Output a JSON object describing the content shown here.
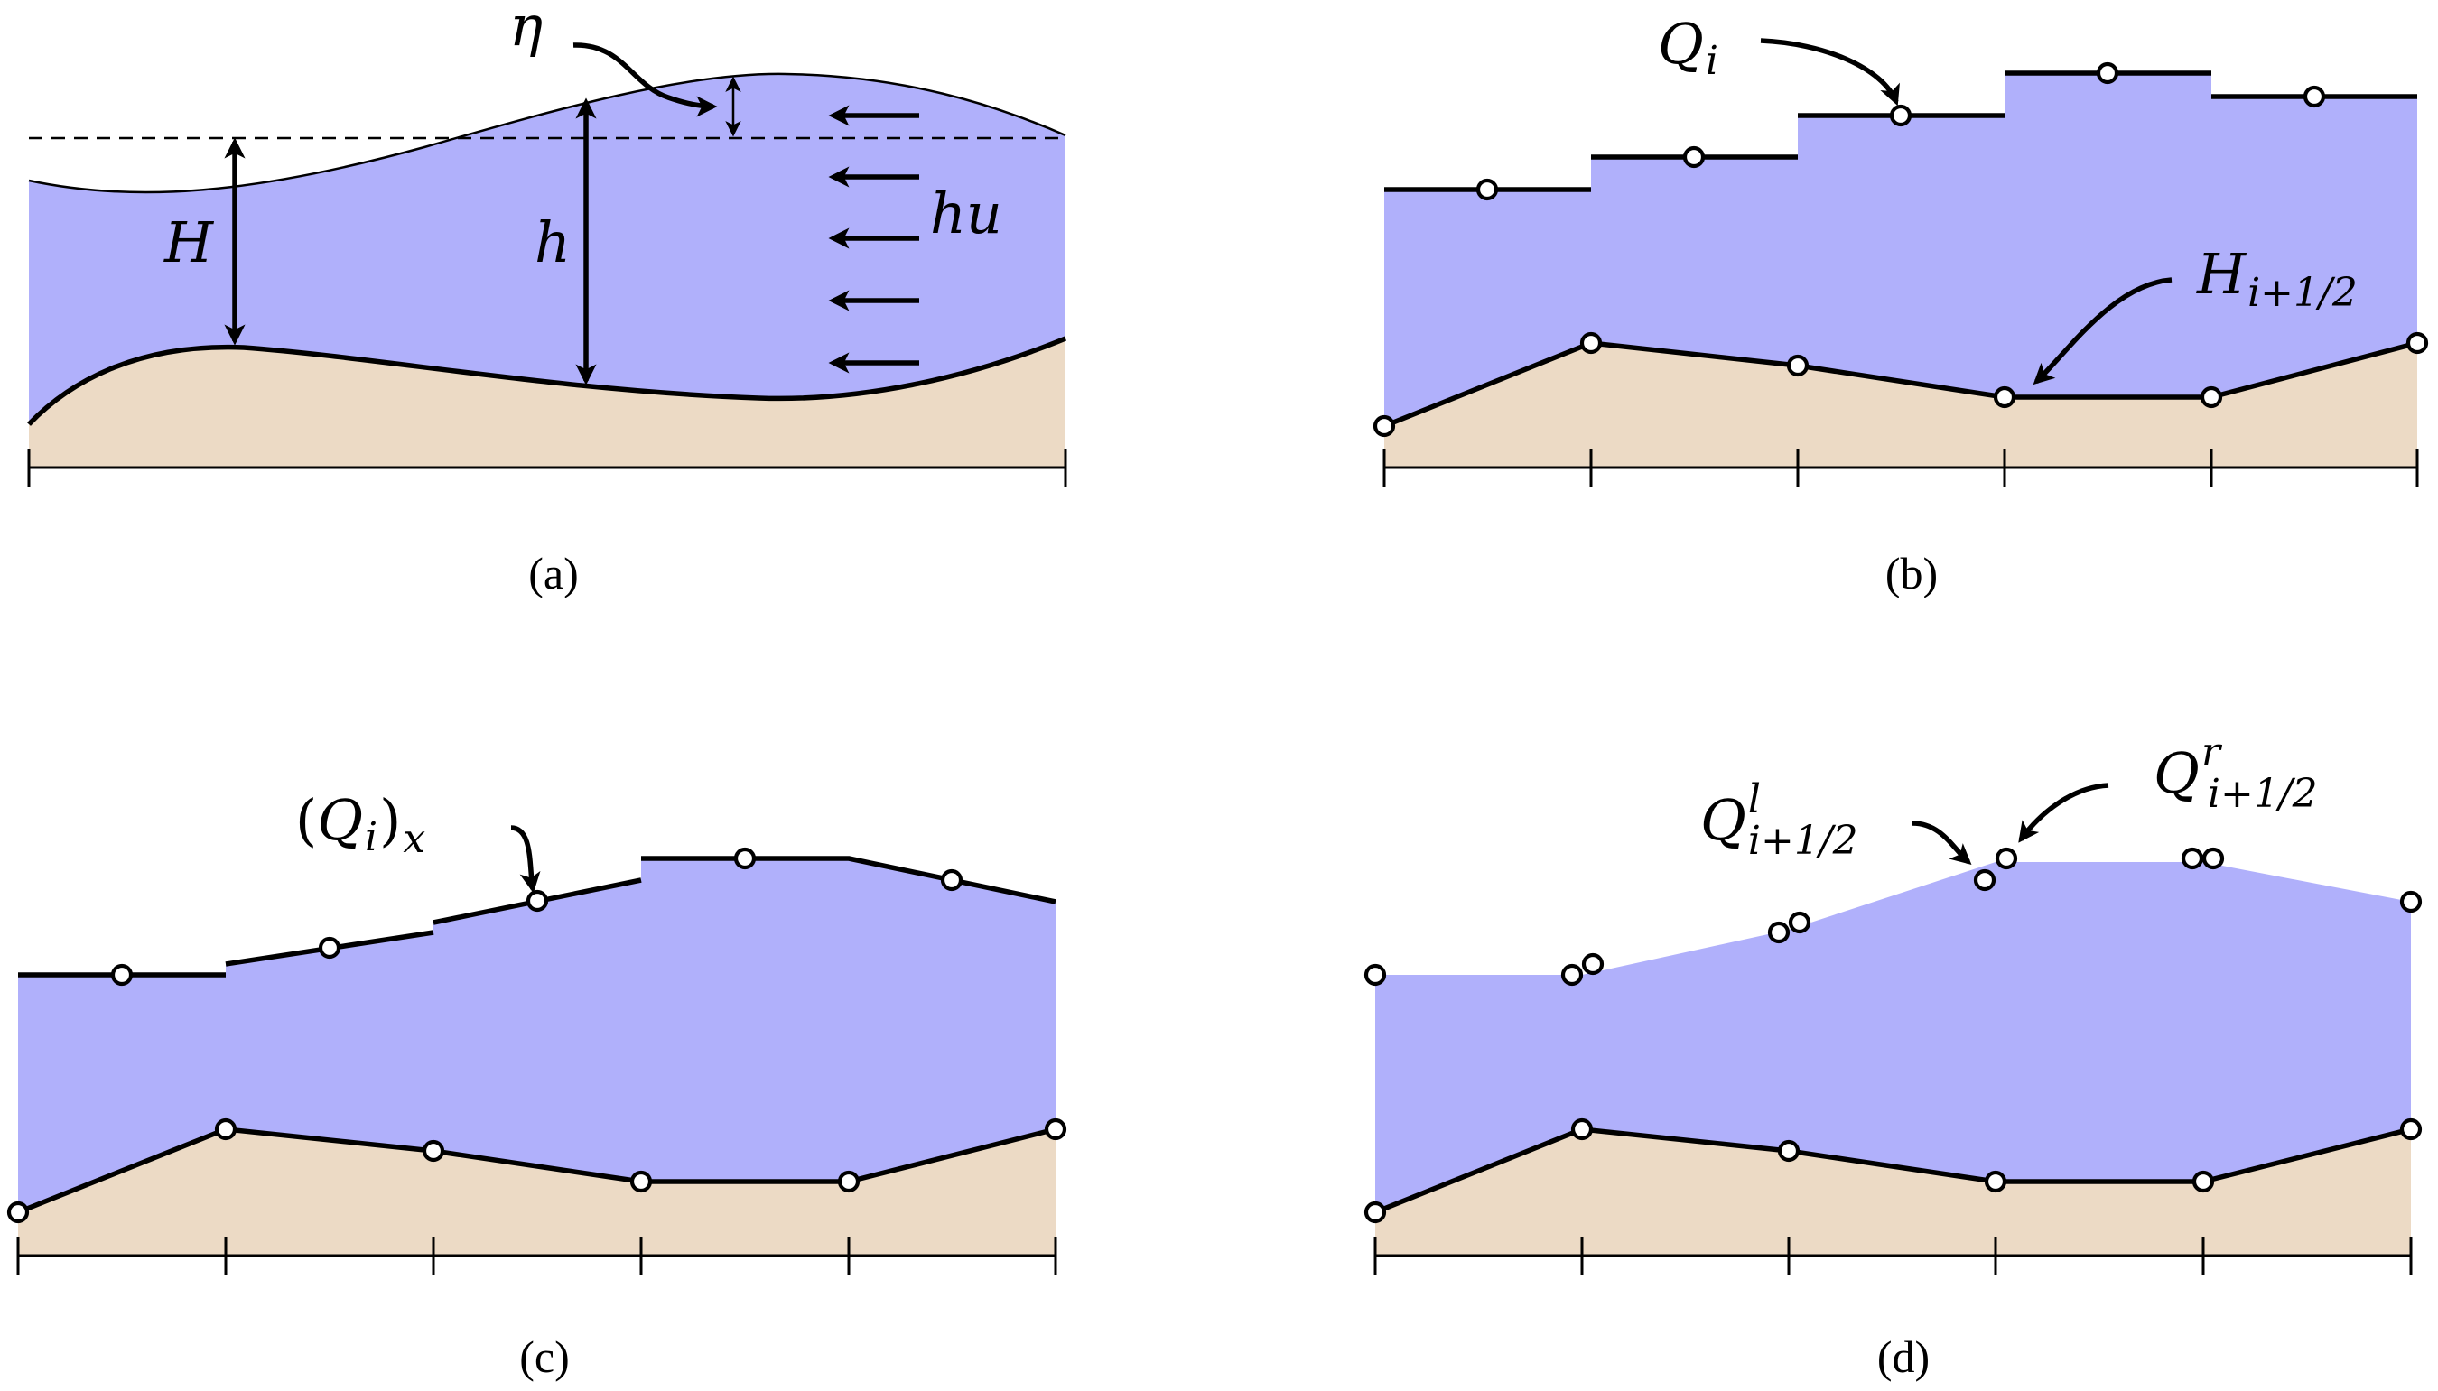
{
  "panels": {
    "a": {
      "caption": "(a)",
      "labels": {
        "eta": "η",
        "H": "H",
        "h": "h",
        "hu": "hu"
      }
    },
    "b": {
      "caption": "(b)",
      "labels": {
        "Q": "Q",
        "Q_sub": "i",
        "H": "H",
        "H_sub": "i+1/2"
      }
    },
    "c": {
      "caption": "(c)",
      "labels": {
        "open": "(",
        "Q": "Q",
        "Q_sub": "i",
        "close": ")",
        "x_sub": "x"
      }
    },
    "d": {
      "caption": "(d)",
      "labels": {
        "Ql": "Q",
        "Ql_sup": "l",
        "Ql_sub": "i+1/2",
        "Qr": "Q",
        "Qr_sup": "r",
        "Qr_sub": "i+1/2"
      }
    }
  },
  "colors": {
    "water": "#b0b0fb",
    "bed": "#ecdac5",
    "line": "#000000"
  }
}
